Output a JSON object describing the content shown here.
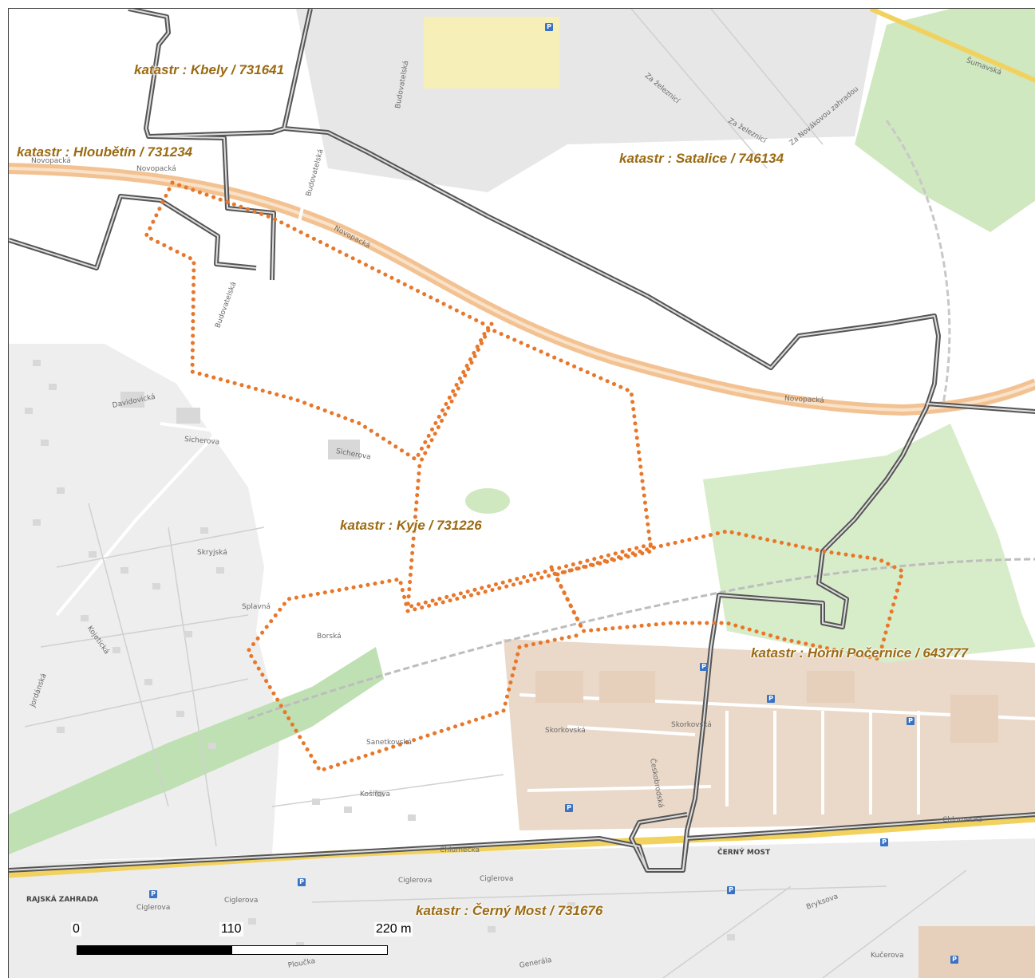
{
  "map": {
    "cadastral_labels": [
      {
        "id": "kbely",
        "text": "katastr : Kbely / 731641"
      },
      {
        "id": "hloubetin",
        "text": "katastr : Hloubětín / 731234"
      },
      {
        "id": "satalice",
        "text": "katastr : Satalice / 746134"
      },
      {
        "id": "kyje",
        "text": "katastr : Kyje / 731226"
      },
      {
        "id": "horni-pocernice",
        "text": "katastr : Horní Počernice / 643777"
      },
      {
        "id": "cerny-most",
        "text": "katastr : Černý Most / 731676"
      }
    ],
    "streets": {
      "novopacka_1": "Novopacká",
      "novopacka_2": "Novopacká",
      "novopacka_3": "Novopacká",
      "novopacka_4": "Novopacká",
      "budovatelska_1": "Budovatelská",
      "budovatelska_2": "Budovatelská",
      "budovatelska_3": "Budovatelská",
      "davidovicka": "Davidovická",
      "sicherova_1": "Sicherova",
      "sicherova_2": "Sicherova",
      "za_zeleznici_1": "Za železnicí",
      "za_zeleznici_2": "Za železnicí",
      "za_novakovou": "Za Novákovou zahradou",
      "sumavska": "Šumavská",
      "skorkovska_1": "Skorkovská",
      "skorkovska_2": "Skorkovská",
      "chlumecka_1": "Chlumecká",
      "chlumecka_2": "Chlumecká",
      "cigler_1": "Ciglerova",
      "cigler_2": "Ciglerova",
      "cigler_3": "Ciglerova",
      "cigler_4": "Ciglerova",
      "rajska_zahrada": "RAJSKÁ ZAHRADA",
      "cerny_most_station": "ČERNÝ MOST",
      "borska": "Borská",
      "kosirova": "Košířova",
      "splavna": "Splavná",
      "jordanska": "Jordánská",
      "skryjska": "Skryjská",
      "bryksova": "Bryksova",
      "kucerova": "Kučerova",
      "generala": "Generála",
      "ploucka": "Ploučka",
      "ceskobr": "Českobrodská",
      "sanetkovska": "Sanetkovská",
      "kojetinska": "Kojetická"
    },
    "scale_bar": {
      "label_0": "0",
      "label_mid": "110",
      "label_end": "220  m"
    },
    "colors": {
      "cadastral_label": "#9b6a12",
      "study_boundary": "#e8772a",
      "cadastral_boundary": "#555555",
      "highway": "#f6c89a",
      "railway": "#bbbbbb",
      "greenery": "#cfe8c0",
      "commercial": "#ead8c8",
      "residential": "#e9e9e9"
    }
  }
}
